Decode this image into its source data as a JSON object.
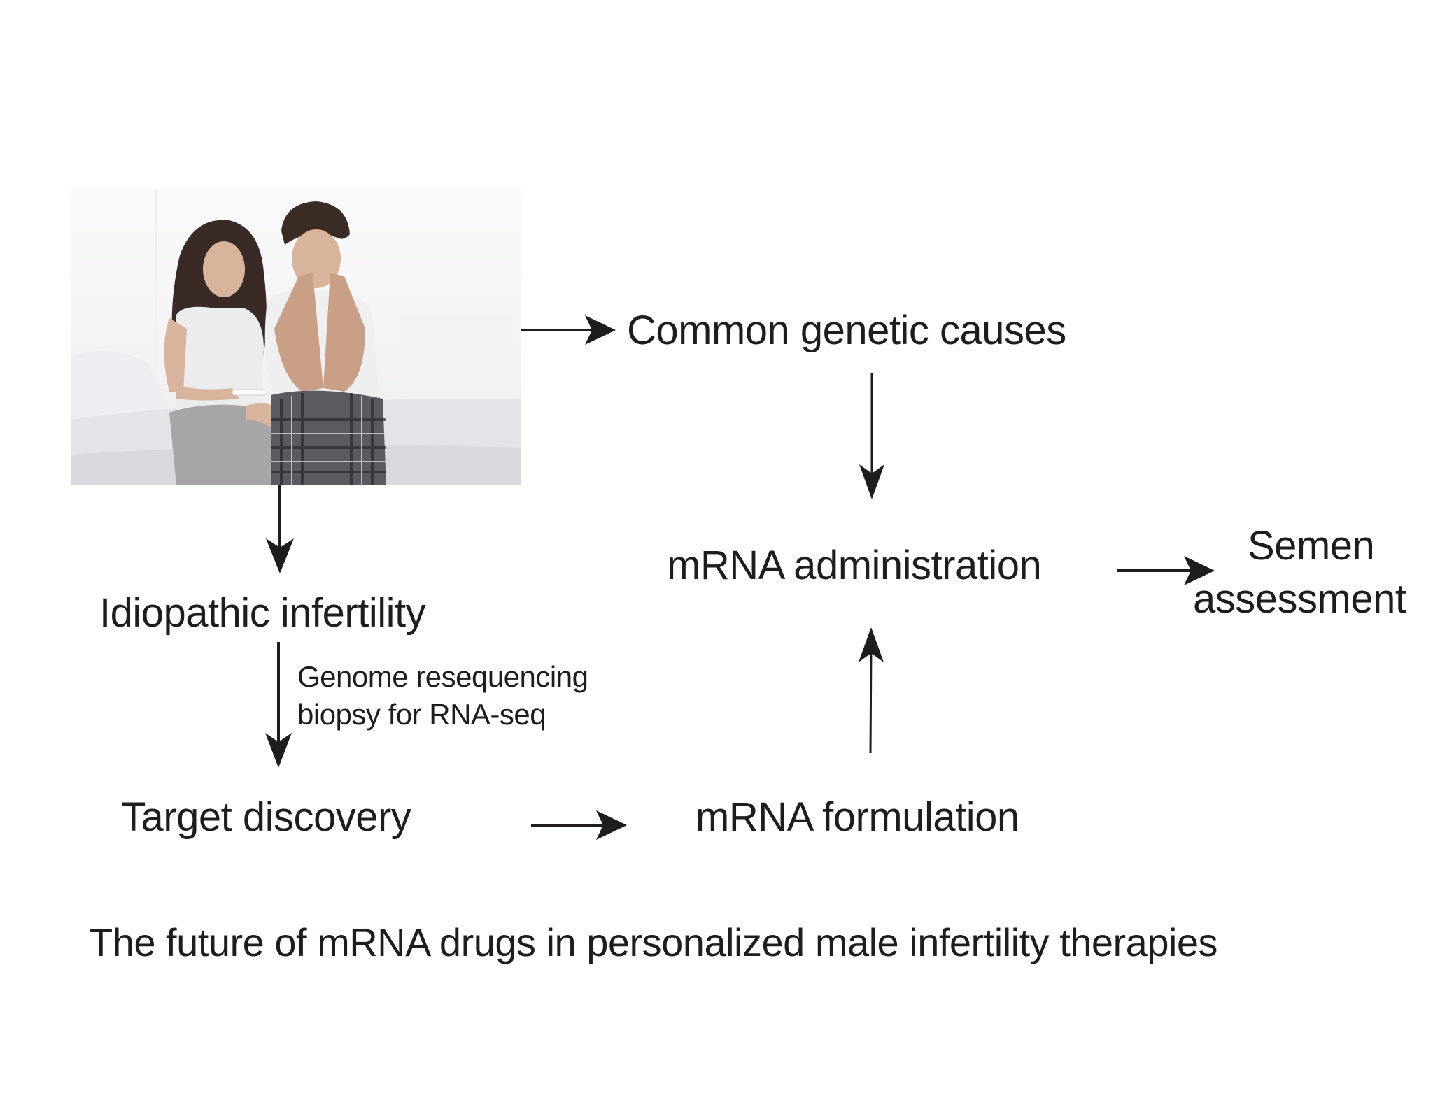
{
  "photo": {
    "description": "Couple sitting on a bed; woman holding a pregnancy test looking at a worried man with hands on his face",
    "colors": {
      "background": "#f4f2f4",
      "bedding": "#e6e4e9",
      "woman_hair": "#3a2a26",
      "man_hair": "#3b2b25",
      "skin": "#d9b49c",
      "tank_top": "#ececee",
      "leggings": "#a7a5a8",
      "shirt": "#efeff1",
      "pajama": "#5b5a60"
    }
  },
  "nodes": {
    "common_genetic_causes": "Common genetic causes",
    "mrna_administration": "mRNA administration",
    "semen_assessment_line1": "Semen",
    "semen_assessment_line2": "assessment",
    "idiopathic_infertility": "Idiopathic infertility",
    "target_discovery": "Target discovery",
    "mrna_formulation": "mRNA formulation"
  },
  "edge_labels": {
    "genome_resequencing": "Genome resequencing",
    "biopsy_rna_seq": "biopsy for RNA-seq"
  },
  "edges": [
    {
      "from": "photo",
      "to": "common_genetic_causes"
    },
    {
      "from": "common_genetic_causes",
      "to": "mrna_administration"
    },
    {
      "from": "mrna_administration",
      "to": "semen_assessment"
    },
    {
      "from": "photo",
      "to": "idiopathic_infertility"
    },
    {
      "from": "idiopathic_infertility",
      "to": "target_discovery",
      "label": "Genome resequencing biopsy for RNA-seq"
    },
    {
      "from": "target_discovery",
      "to": "mrna_formulation"
    },
    {
      "from": "mrna_formulation",
      "to": "mrna_administration"
    }
  ],
  "caption": "The future of mRNA drugs in personalized male infertility therapies",
  "colors": {
    "text": "#1e1c1d",
    "arrow": "#1e1c1d",
    "background": "#ffffff"
  }
}
